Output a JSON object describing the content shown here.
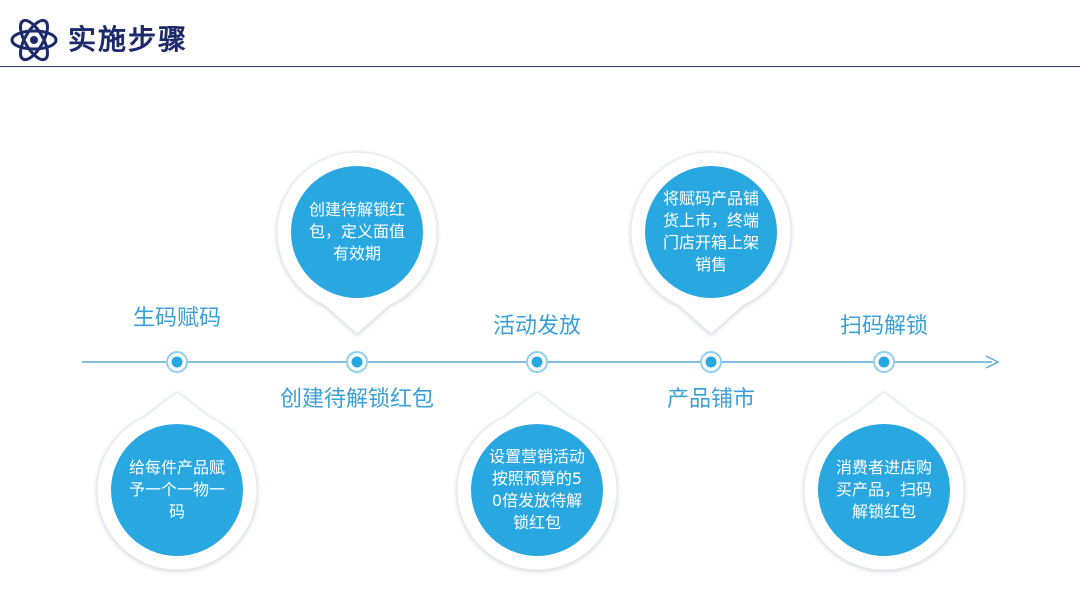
{
  "header": {
    "title": "实施步骤",
    "logo_icon": "atom-icon"
  },
  "colors": {
    "accent": "#29a7e1",
    "accent_light": "#8fd0f0",
    "title": "#1c2a6b",
    "label": "#3aa0d8"
  },
  "steps": [
    {
      "label": "生码赋码",
      "description": "给每件产品赋予一个一物一码",
      "bubble_position": "below"
    },
    {
      "label": "创建待解锁红包",
      "description": "创建待解锁红包，定义面值有效期",
      "bubble_position": "above"
    },
    {
      "label": "活动发放",
      "description": "设置营销活动按照预算的50倍发放待解锁红包",
      "bubble_position": "below"
    },
    {
      "label": "产品铺市",
      "description": "将赋码产品铺货上市，终端门店开箱上架销售",
      "bubble_position": "above"
    },
    {
      "label": "扫码解锁",
      "description": "消费者进店购买产品，扫码解锁红包",
      "bubble_position": "below"
    }
  ]
}
